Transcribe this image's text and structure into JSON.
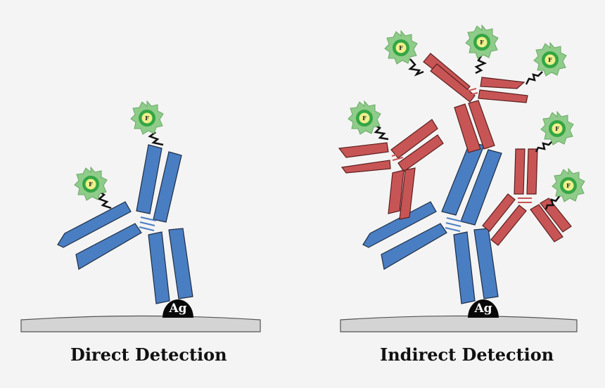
{
  "colors": {
    "primary_antibody": "#4a7ec2",
    "secondary_antibody": "#c85555",
    "antibody_outline": "#1e2d44",
    "antigen": "#080808",
    "surface": "#d4d4d4",
    "fluorophore_star": "#8fcc8a",
    "fluorophore_ring": "#34a644",
    "fluorophore_core": "#eef08c",
    "background": "#f4f4f4"
  },
  "icons": {
    "antibody": "y-shaped-antibody-icon",
    "fluorophore": "star-fluorophore-icon",
    "antigen": "dome-antigen-icon"
  },
  "panels": {
    "direct": {
      "caption": "Direct Detection",
      "antigen_label": "Ag",
      "fluorophore_label": "F"
    },
    "indirect": {
      "caption": "Indirect Detection",
      "antigen_label": "Ag",
      "fluorophore_label": "F"
    }
  }
}
